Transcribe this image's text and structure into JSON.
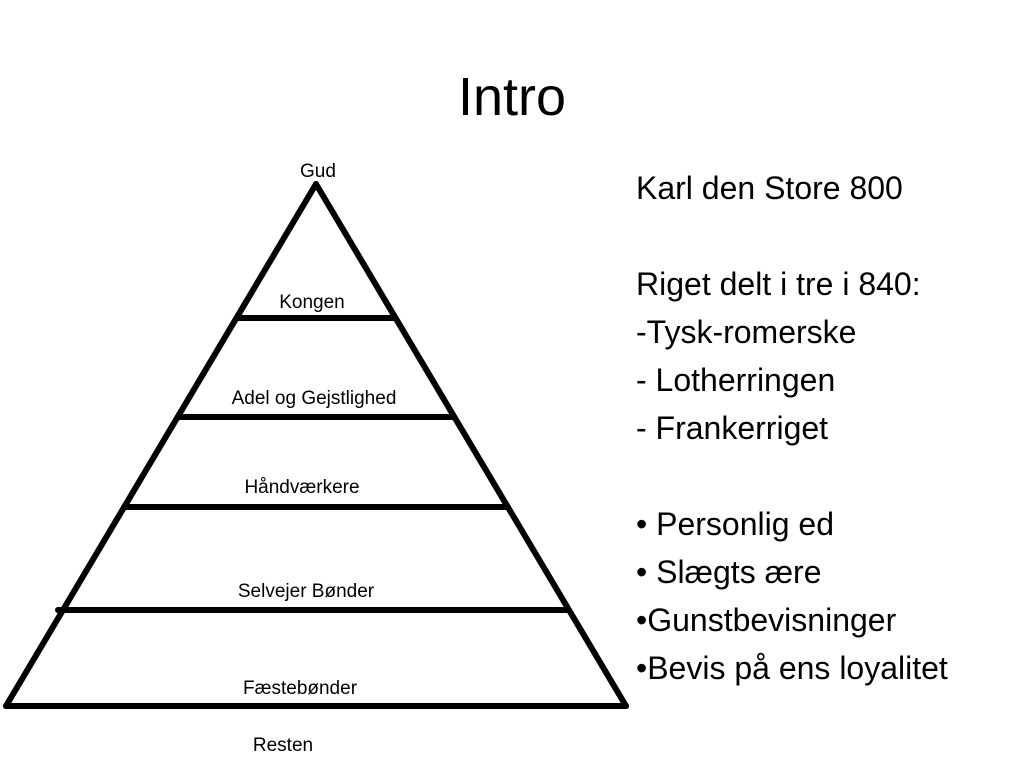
{
  "slide": {
    "title": "Intro"
  },
  "pyramid": {
    "apex_label": "Gud",
    "tier_labels": [
      "Kongen",
      "Adel og Gejstlighed",
      "Håndværkere",
      "Selvejer Bønder",
      "Fæstebønder"
    ],
    "bottom_label": "Resten"
  },
  "text_panel": {
    "heading": "Karl den Store 800",
    "division_title": "Riget delt i tre i 840:",
    "division_items": [
      "-Tysk-romerske",
      "- Lotherringen",
      "- Frankerriget"
    ],
    "bullets": [
      "• Personlig ed",
      "• Slægts ære",
      "•Gunstbevisninger",
      "•Bevis på ens loyalitet"
    ]
  }
}
